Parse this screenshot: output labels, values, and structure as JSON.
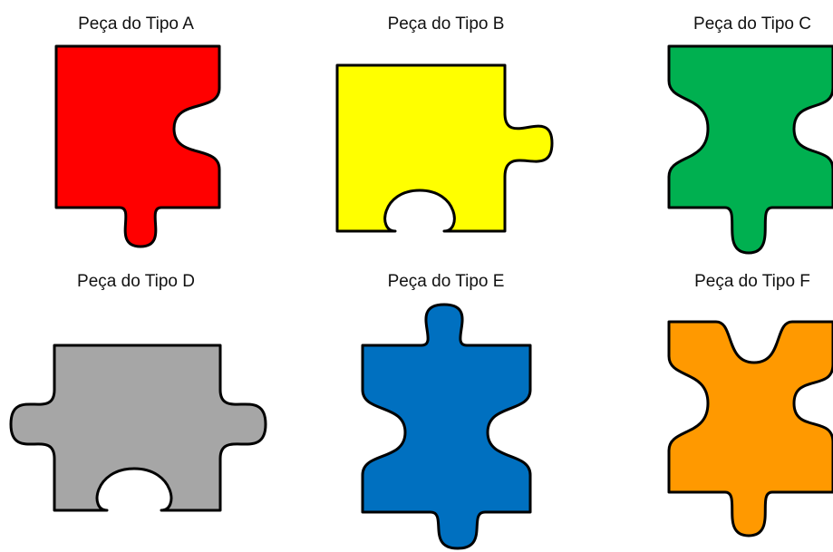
{
  "pieces": [
    {
      "id": "a",
      "label": "Peça do Tipo A",
      "color": "#ff0000"
    },
    {
      "id": "b",
      "label": "Peça do Tipo B",
      "color": "#ffff00"
    },
    {
      "id": "c",
      "label": "Peça do Tipo C",
      "color": "#00b050"
    },
    {
      "id": "d",
      "label": "Peça do Tipo D",
      "color": "#a6a6a6"
    },
    {
      "id": "e",
      "label": "Peça do Tipo E",
      "color": "#0070c0"
    },
    {
      "id": "f",
      "label": "Peça do Tipo F",
      "color": "#ff9900"
    }
  ]
}
